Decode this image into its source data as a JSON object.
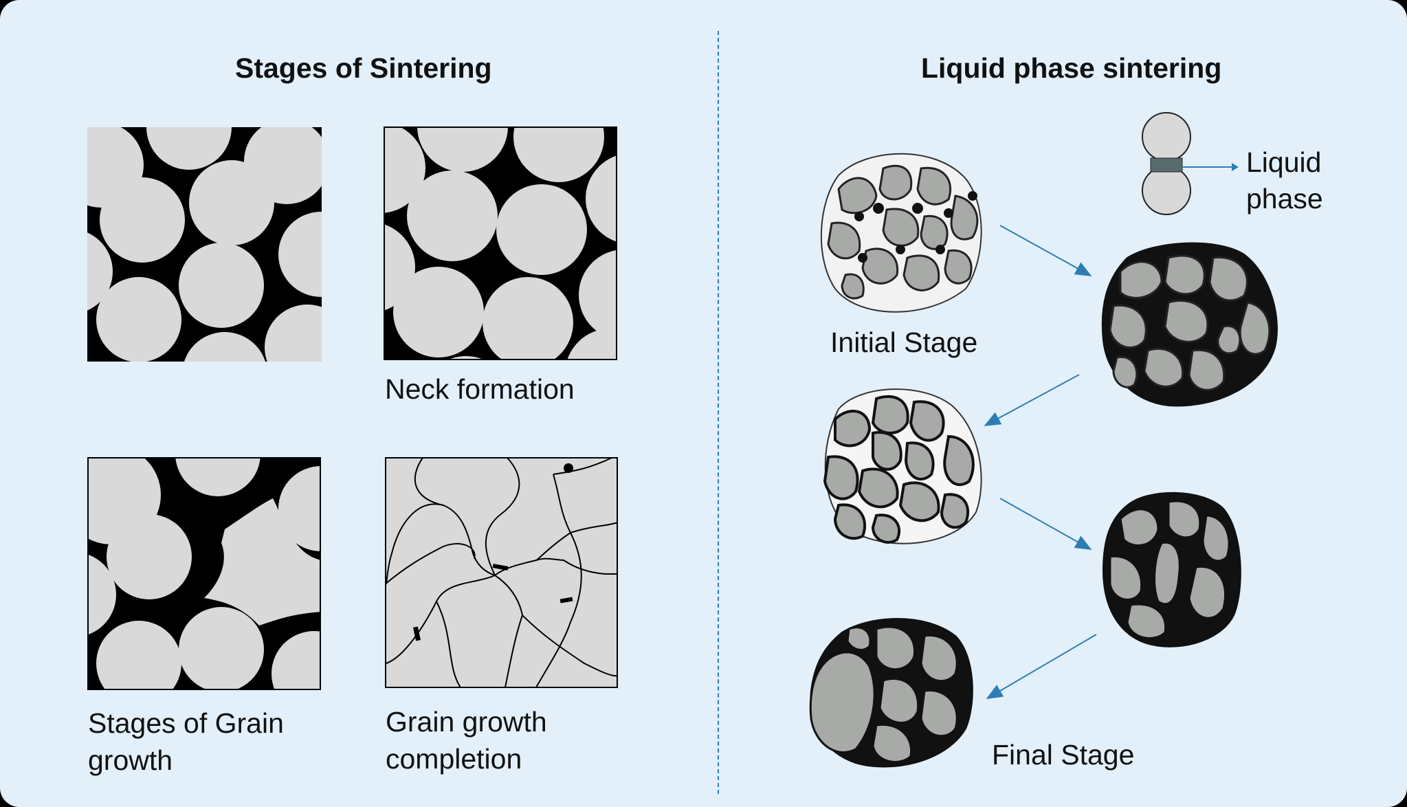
{
  "left_panel": {
    "title": "Stages of Sintering",
    "labels": {
      "neck": "Neck formation",
      "grain_growth_line1": "Stages of Grain",
      "grain_growth_line2": "growth",
      "completion_line1": "Grain growth",
      "completion_line2": "completion"
    }
  },
  "right_panel": {
    "title": "Liquid phase sintering",
    "legend": {
      "line1": "Liquid",
      "line2": "phase"
    },
    "labels": {
      "initial": "Initial Stage",
      "final": "Final Stage"
    }
  },
  "colors": {
    "background": "#e3f0fa",
    "particle": "#d9d9d9",
    "pore": "#000000",
    "arrow": "#2d7db4",
    "liquid": "#5a6b6e"
  }
}
